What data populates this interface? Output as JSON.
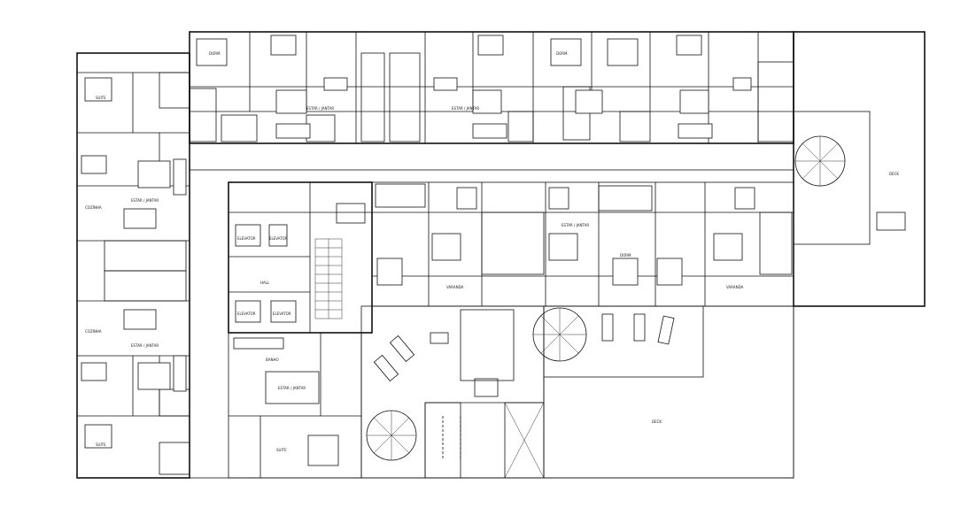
{
  "drawing": {
    "label_color": "#222222",
    "line_color": "#111111",
    "hatch_color": "#555555"
  },
  "rooms": {
    "apartment_labels": [
      "",
      "",
      "",
      "",
      "",
      ""
    ],
    "hall_label": "HALL",
    "elevator_labels": [
      "ELEVATOR",
      "ELEVATOR",
      "ELEVATOR",
      "ELEVATOR"
    ],
    "suite_label": "SUITE",
    "bedroom_label": "DORM.",
    "living_dining_label": "ESTAR / JANTAR",
    "kitchen_label": "COZINHA",
    "balcony_label": "VARANDA",
    "bath_label": "BANHO",
    "deck_label": "DECK",
    "pool_label": "",
    "stair_label": ""
  }
}
